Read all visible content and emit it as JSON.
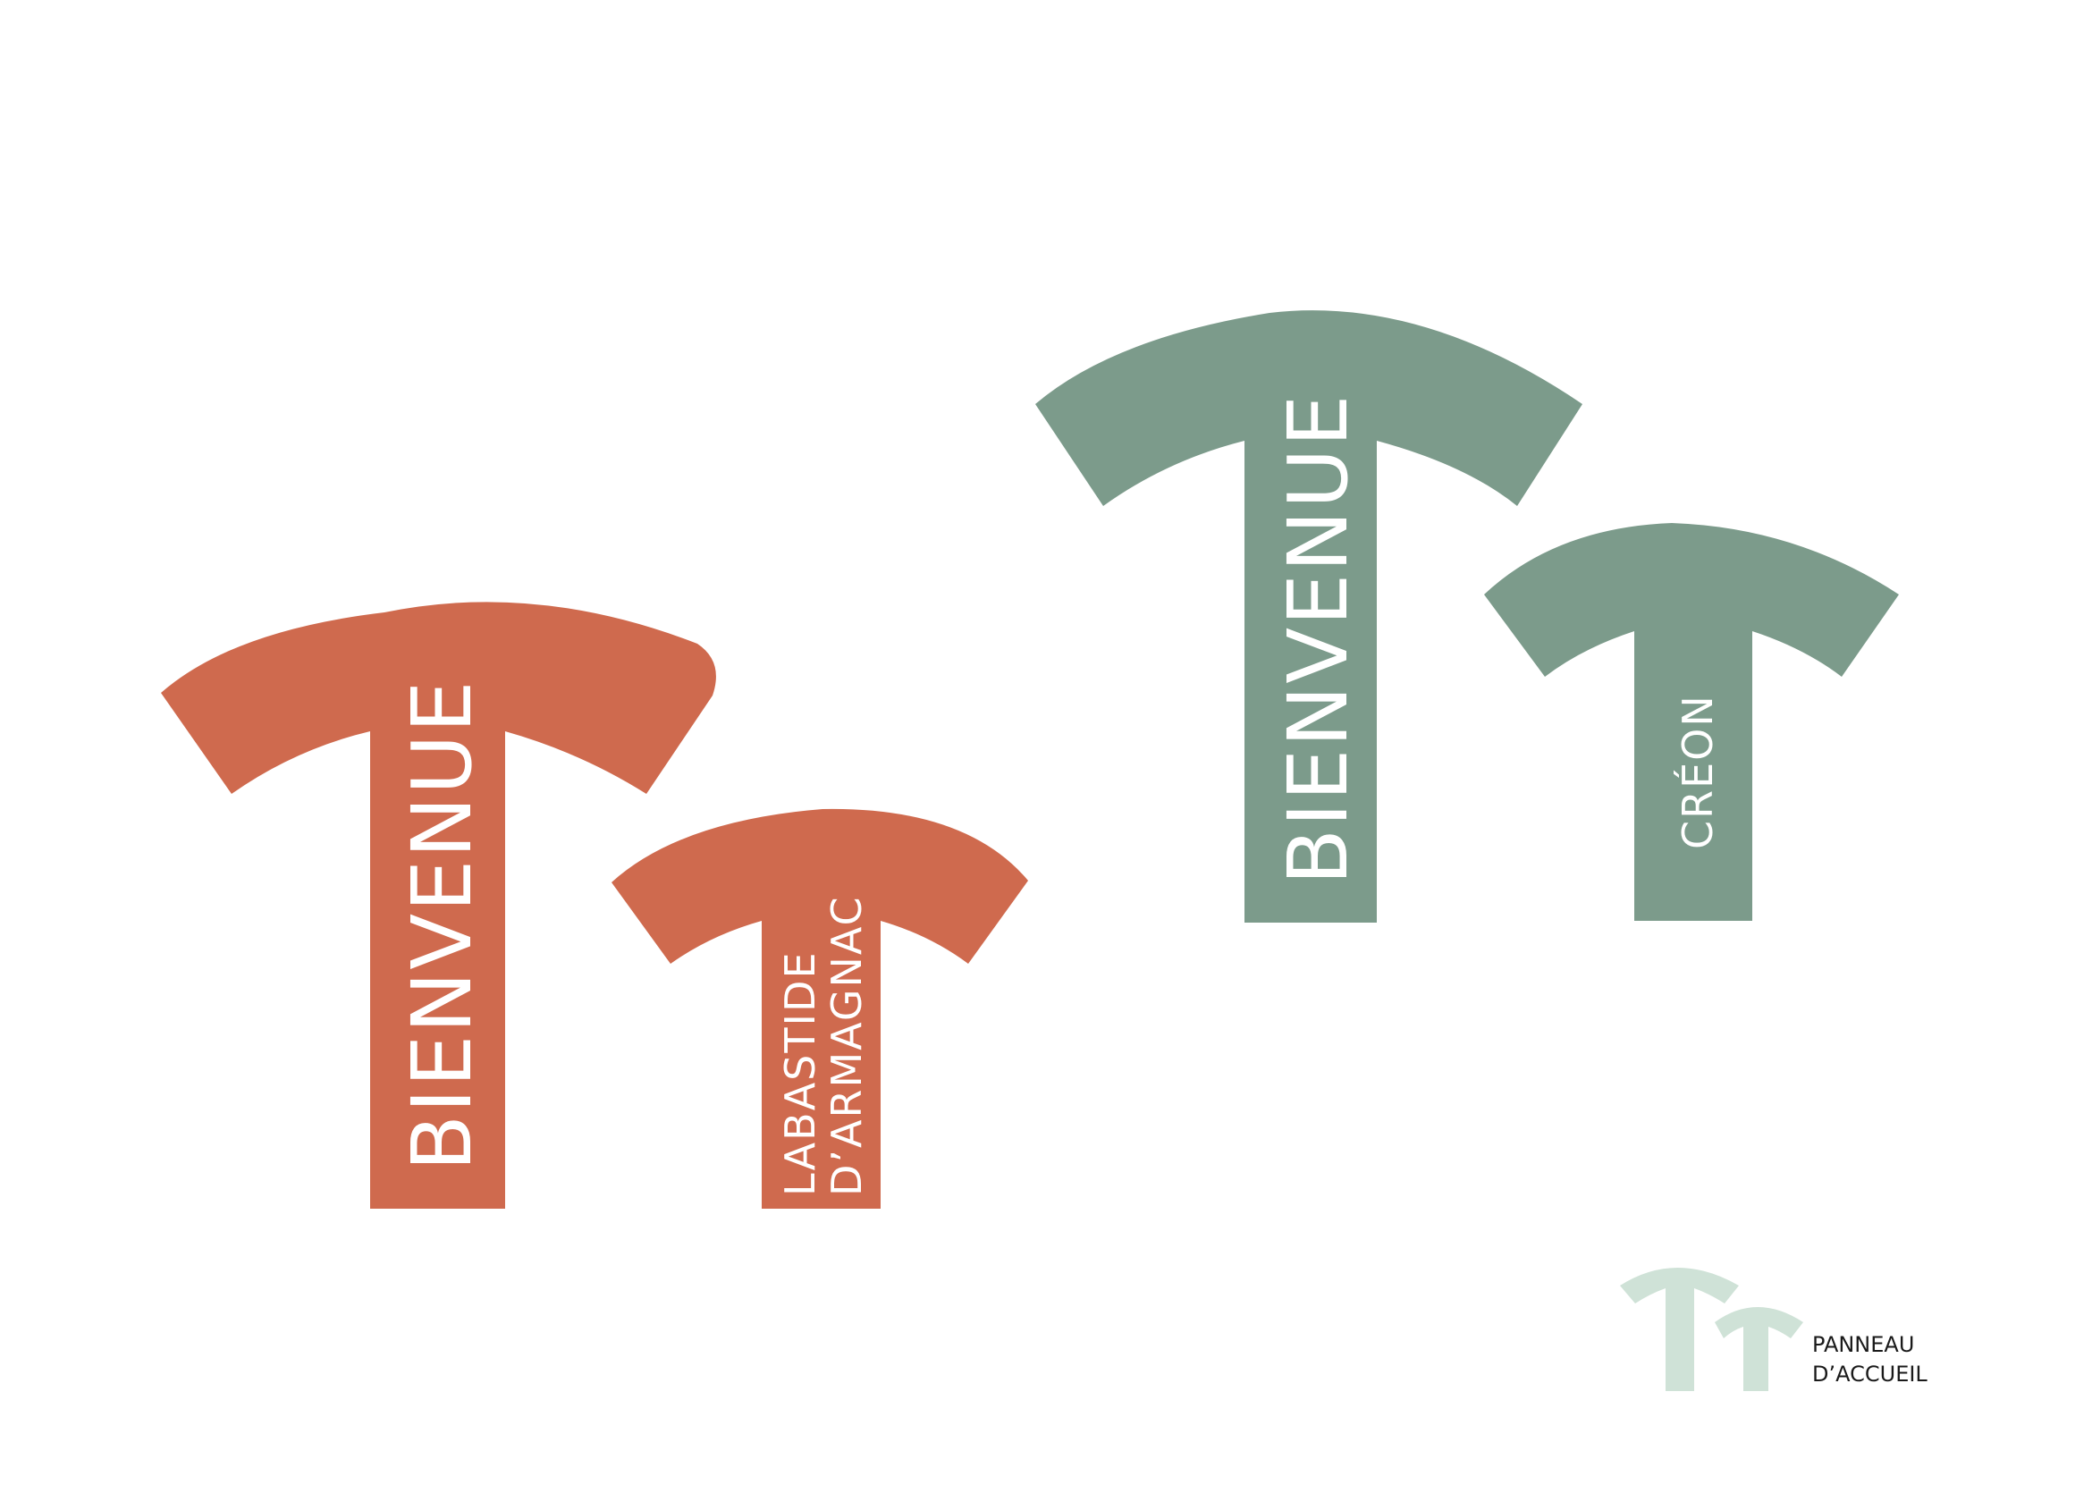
{
  "colors": {
    "terracotta": "#CF6A4E",
    "sage": "#7C9B8B",
    "mint": "#CFE2D7",
    "text_light": "#FFFFFF",
    "text_dark": "#1A1A1A"
  },
  "signs": [
    {
      "id": "big-orange",
      "color": "terracotta",
      "text": "BIENVENUE"
    },
    {
      "id": "small-orange",
      "color": "terracotta",
      "text_line_1": "LABASTIDE",
      "text_line_2": "D’ARMAGNAC"
    },
    {
      "id": "big-green",
      "color": "sage",
      "text": "BIENVENUE"
    },
    {
      "id": "small-green",
      "color": "sage",
      "text": "CRÉON"
    }
  ],
  "legend": {
    "icon": "double-t-sign-icon",
    "line_1": "PANNEAU",
    "line_2": "D’ACCUEIL"
  }
}
